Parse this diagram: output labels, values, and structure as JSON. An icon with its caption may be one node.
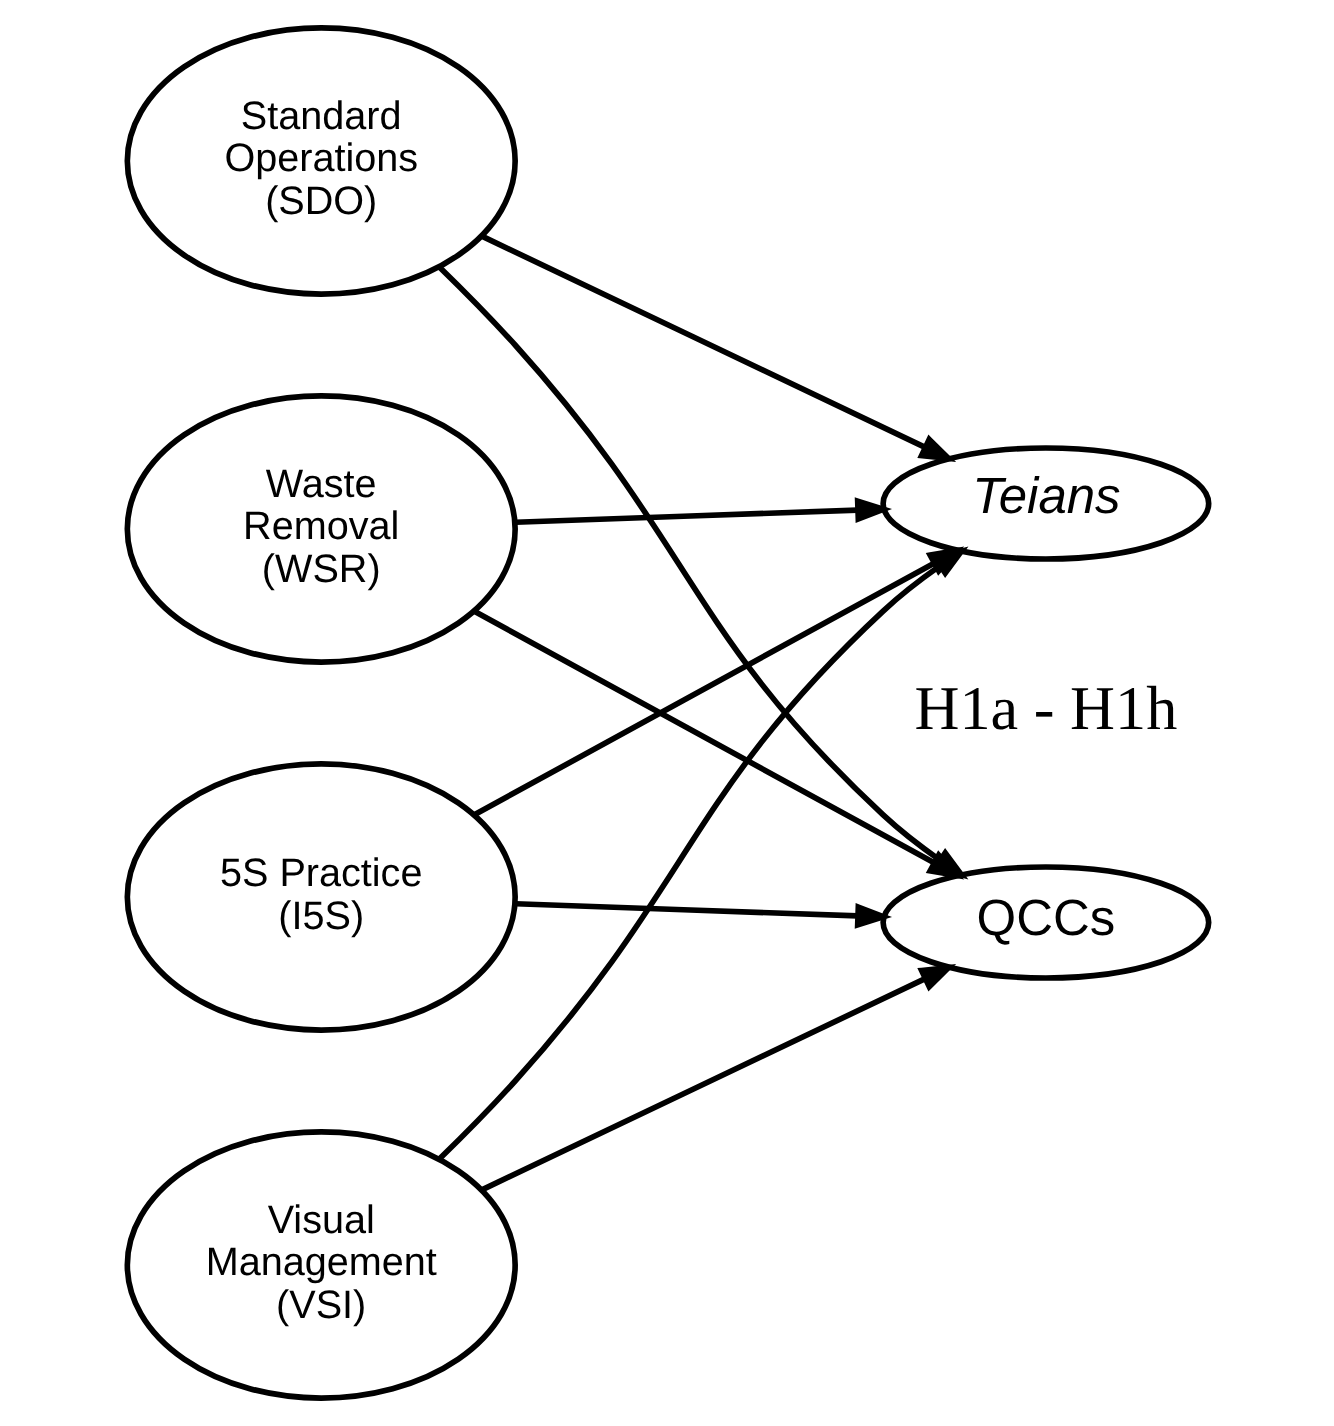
{
  "diagram": {
    "nodes": [
      {
        "text": [
          "Standard Operations (SDO)"
        ]
      },
      {
        "text": [
          "Waste Removal (WSR)"
        ]
      },
      {
        "text": [
          "5S Practice (I5S)"
        ]
      },
      {
        "text": [
          "Visual Management (VSI)"
        ]
      },
      {
        "text": [
          "QCCs"
        ]
      },
      {
        "text": [
          "Teians"
        ]
      }
    ],
    "edges": [
      {
        "from": 0,
        "to": 4,
        "arrow": "to"
      },
      {
        "from": 0,
        "to": 5,
        "arrow": "to"
      },
      {
        "from": 1,
        "to": 4,
        "arrow": "to"
      },
      {
        "from": 1,
        "to": 5,
        "arrow": "to"
      },
      {
        "from": 2,
        "to": 4,
        "arrow": "to"
      },
      {
        "from": 2,
        "to": 5,
        "arrow": "to"
      },
      {
        "from": 3,
        "to": 4,
        "arrow": "to"
      },
      {
        "from": 3,
        "to": 5,
        "arrow": "to"
      }
    ],
    "labels": [
      "H1a - H1h"
    ]
  }
}
